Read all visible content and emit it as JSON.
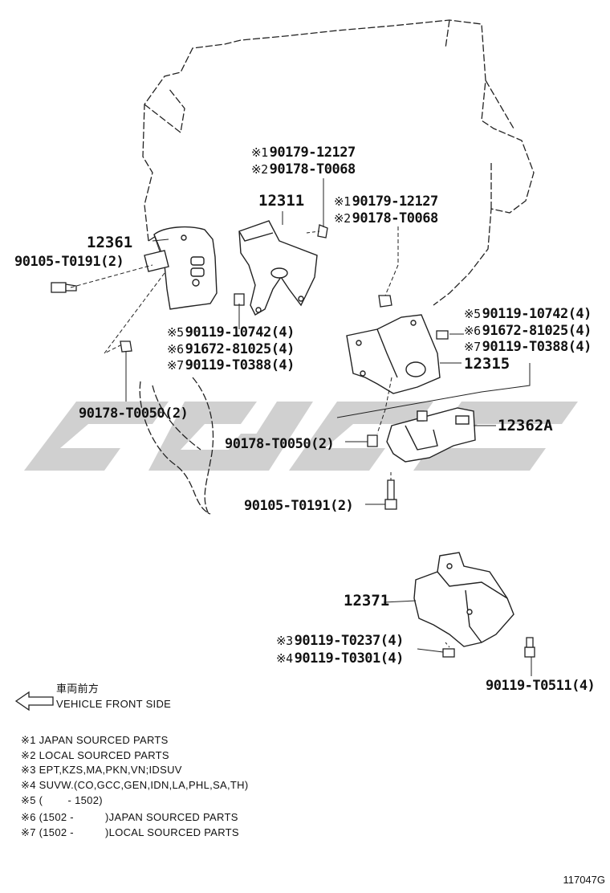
{
  "watermark": {
    "color": "#c8c8c8"
  },
  "callouts": {
    "c1": {
      "mark": "※1",
      "part": "90179-12127"
    },
    "c2": {
      "mark": "※2",
      "part": "90178-T0068"
    },
    "c3": {
      "part": "12311"
    },
    "c4": {
      "mark": "※1",
      "part": "90179-12127"
    },
    "c5": {
      "mark": "※2",
      "part": "90178-T0068"
    },
    "c6": {
      "part": "12361"
    },
    "c7": {
      "part": "90105-T0191(2)"
    },
    "c8": {
      "mark": "※5",
      "part": "90119-10742(4)"
    },
    "c9": {
      "mark": "※6",
      "part": "91672-81025(4)"
    },
    "c10": {
      "mark": "※7",
      "part": "90119-T0388(4)"
    },
    "c11": {
      "mark": "※5",
      "part": "90119-10742(4)"
    },
    "c12": {
      "mark": "※6",
      "part": "91672-81025(4)"
    },
    "c13": {
      "mark": "※7",
      "part": "90119-T0388(4)"
    },
    "c14": {
      "part": "12315"
    },
    "c15": {
      "part": "90178-T0050(2)"
    },
    "c16": {
      "part": "12362A"
    },
    "c17": {
      "part": "90178-T0050(2)"
    },
    "c18": {
      "part": "90105-T0191(2)"
    },
    "c19": {
      "part": "12371"
    },
    "c20": {
      "mark": "※3",
      "part": "90119-T0237(4)"
    },
    "c21": {
      "mark": "※4",
      "part": "90119-T0301(4)"
    },
    "c22": {
      "part": "90119-T0511(4)"
    }
  },
  "direction": {
    "japanese": "車両前方",
    "english": "VEHICLE FRONT SIDE"
  },
  "notes": [
    "※1 JAPAN SOURCED PARTS",
    "※2 LOCAL SOURCED PARTS",
    "※3 EPT,KZS,MA,PKN,VN;IDSUV",
    "※4 SUVW.(CO,GCC,GEN,IDN,LA,PHL,SA,TH)",
    "※5 (        - 1502)",
    "※6 (1502 -          )JAPAN SOURCED PARTS",
    "※7 (1502 -          )LOCAL SOURCED PARTS"
  ],
  "diagram_id": "117047G"
}
